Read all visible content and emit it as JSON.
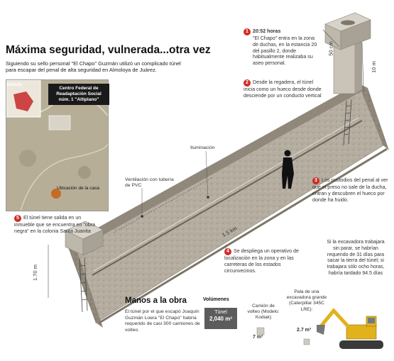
{
  "header": {
    "title": "Máxima seguridad, vulnerada...otra vez",
    "subtitle": "Siguiendo su sello personal \"El Chapo\" Guzmán utilizó un complicado túnel para escapar del penal de alta seguridad en Almoloya de Juárez."
  },
  "map": {
    "detalle_label": "Detalle",
    "center_label": "Centro Federal de Readaptación Social núm. 1 \"Altiplano\"",
    "house_label": "Ubicación de la casa"
  },
  "labels": {
    "iluminacion": "Iluminación",
    "ventilacion": "Ventilación con tubería de PVC",
    "length": "1.5 km",
    "height_tunnel": "1.70 m",
    "shaft_depth": "10 m",
    "shaft_width": "50 cm"
  },
  "steps": [
    {
      "n": "1",
      "heading": "20:52 horas",
      "text": "\"El Chapo\" entra en la zona de duchas, en la estancia 20 del pasillo 2, donde habitualmente realizaba su aseo personal."
    },
    {
      "n": "2",
      "text": "Desde la regadera, el túnel inicia como un hueco desde donde desciende por un conducto vertical"
    },
    {
      "n": "3",
      "text": "Los custodios del penal al ver que el preso no sale de la ducha, entran y descubren el hueco por donde ha huido."
    },
    {
      "n": "4",
      "text": "Se despliega un operativo de localización en la zona y en las carreteras de los estados circunvecinos."
    },
    {
      "n": "5",
      "text": "El túnel tiene salida en un inmueble que se encuentra en \"obra negra\" en la colonia Santa Juanita"
    }
  ],
  "manos": {
    "title": "Manos a la obra",
    "text": "El túnel por el que escapó Joaquín Guzmán Loera \"El Chapo\" habría requerido de casi 300 camiones de volteo."
  },
  "volumes": {
    "heading": "Volúmenes",
    "tunel_label": "Túnel",
    "tunel_value": "2,040 m³",
    "camion_label": "Camión de volteo (Modelo: Kodiak)",
    "camion_value": "7 m³",
    "pala_label": "Pala de una excavadora grande (Caterpillar 345C LRE):",
    "pala_value": "2.7 m³"
  },
  "excavator_note": "Si la excavadora trabajara sin parar, se habrían requerido de 31 días para sacar la tierra del túnel; si trabajara sólo ocho horas, habría tardado 94.5 días",
  "colors": {
    "accent": "#d02a25",
    "tunnel_wall": "#b8b2a5",
    "tunnel_floor": "#9e9789",
    "dark_box": "#1a1a1a"
  }
}
